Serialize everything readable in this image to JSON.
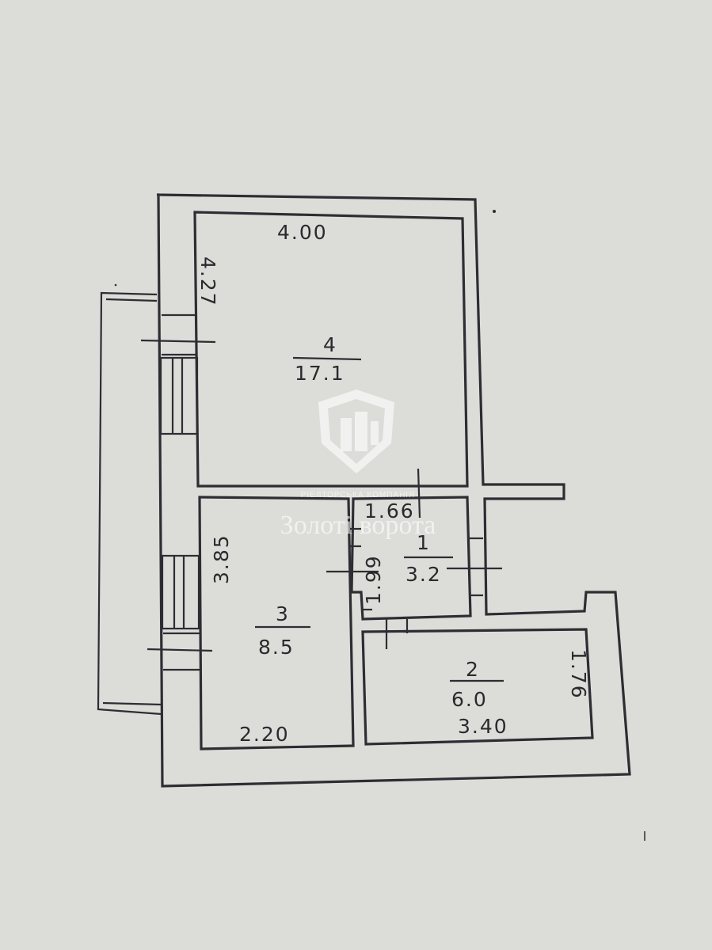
{
  "rooms": [
    {
      "number": "4",
      "area": "17.1"
    },
    {
      "number": "3",
      "area": "8.5"
    },
    {
      "number": "1",
      "area": "3.2"
    },
    {
      "number": "2",
      "area": "6.0"
    }
  ],
  "dimensions": {
    "room4_width": "4.00",
    "room4_length": "4.27",
    "room3_length": "3.85",
    "room3_width": "2.20",
    "room1_width": "1.66",
    "room1_length": "1.99",
    "room2_width": "3.40",
    "room2_length": "1.76"
  },
  "watermark": {
    "logo": "zoloti-vorota-emblem",
    "text": "Золоті ворота",
    "tagline": "РІЕЛТОРСЬКА КОМПАНІЯ"
  },
  "colors": {
    "paper": "#dcdcd9",
    "ink": "#2d2d33"
  }
}
